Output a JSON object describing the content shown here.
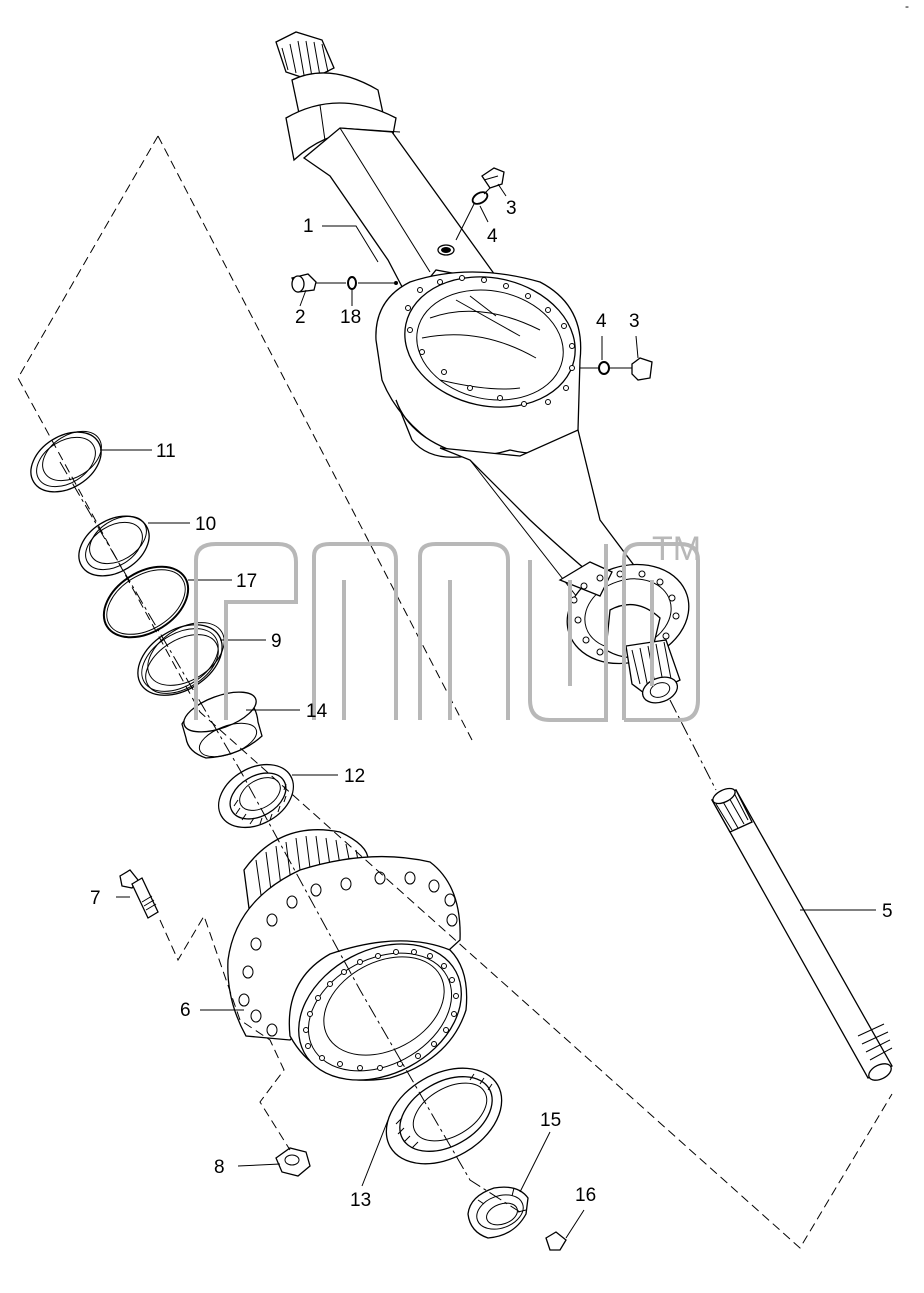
{
  "watermark": {
    "tm": "TM"
  },
  "corner_mark": "-",
  "callouts": {
    "p1": "1",
    "p2": "2",
    "p3a": "3",
    "p3b": "3",
    "p4a": "4",
    "p4b": "4",
    "p5": "5",
    "p6": "6",
    "p7": "7",
    "p8": "8",
    "p9": "9",
    "p10": "10",
    "p11": "11",
    "p12": "12",
    "p13": "13",
    "p14": "14",
    "p15": "15",
    "p16": "16",
    "p17": "17",
    "p18": "18"
  }
}
